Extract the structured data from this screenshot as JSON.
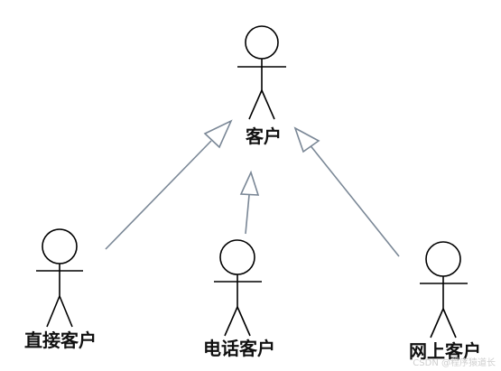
{
  "diagram": {
    "actors": [
      {
        "id": "customer",
        "label": "客户"
      },
      {
        "id": "direct",
        "label": "直接客户"
      },
      {
        "id": "phone",
        "label": "电话客户"
      },
      {
        "id": "online",
        "label": "网上客户"
      }
    ],
    "generalizations": [
      {
        "from": "direct",
        "to": "customer"
      },
      {
        "from": "phone",
        "to": "customer"
      },
      {
        "from": "online",
        "to": "customer"
      }
    ]
  },
  "colors": {
    "actor_stroke": "#000000",
    "actor_fill": "#ffffff",
    "arrow_stroke": "#7a8796"
  },
  "watermark": "CSDN @程序猿道长"
}
